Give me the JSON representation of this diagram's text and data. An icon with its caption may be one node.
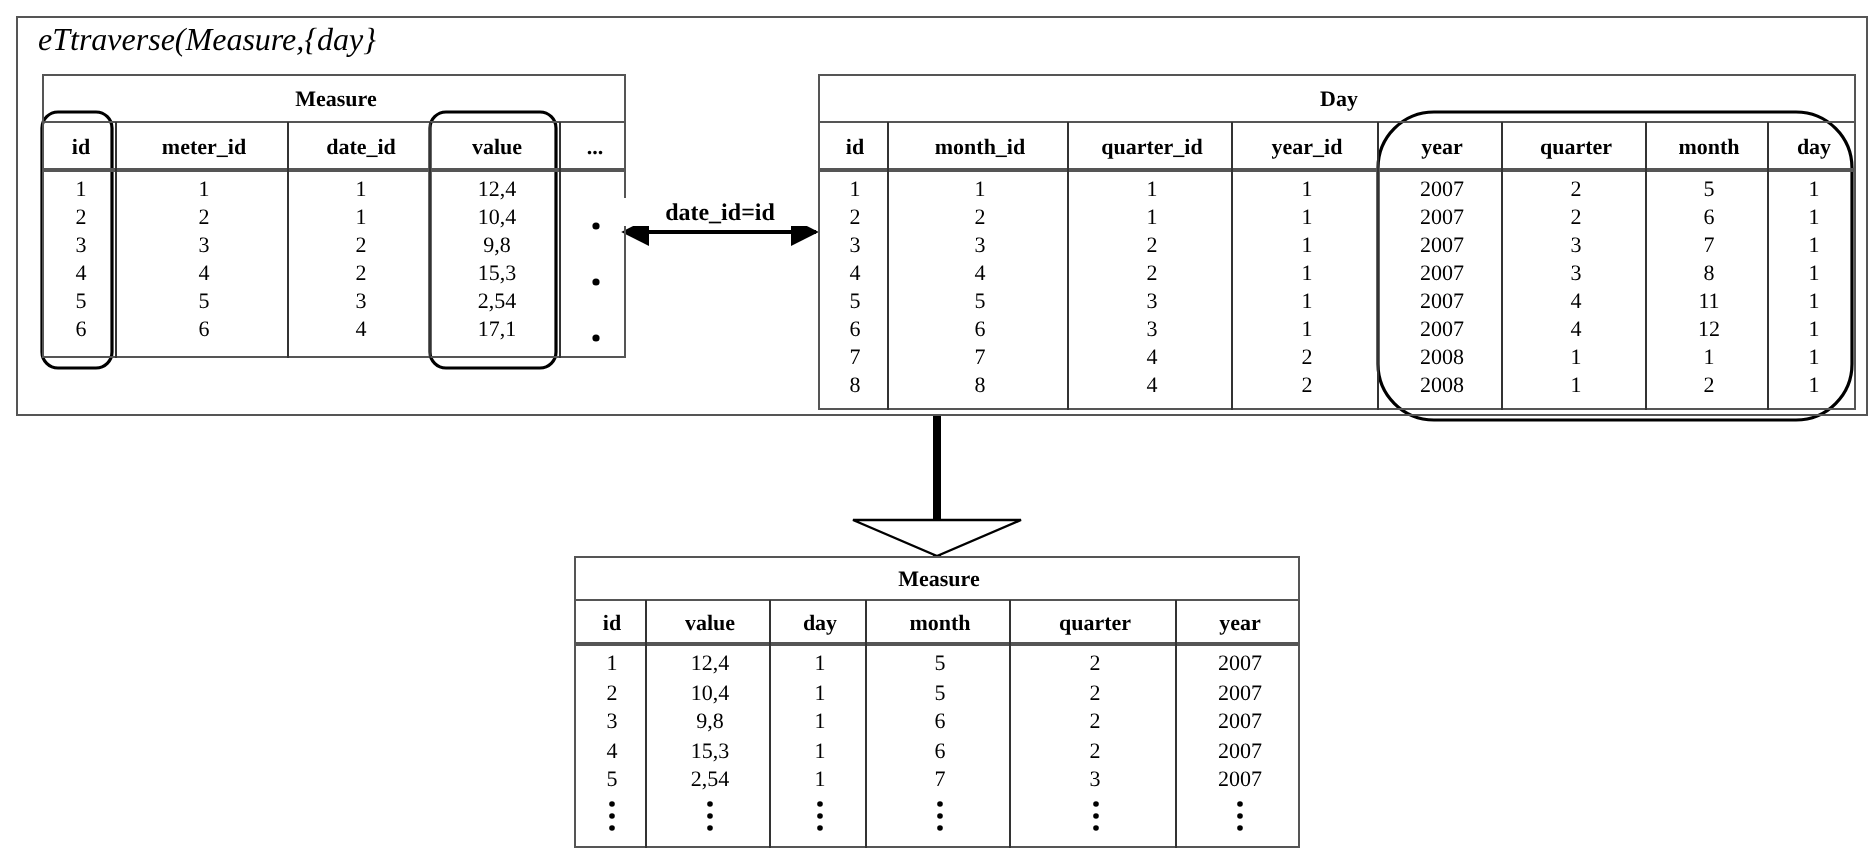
{
  "diagram": {
    "nodes": [
      {
        "text": [
          "eTtraverse(Measure,{day}"
        ]
      },
      {
        "text": [
          "Measure",
          "id",
          "meter_id",
          "date_id",
          "value",
          "...",
          "1",
          "1",
          "1",
          "12,4",
          "2",
          "2",
          "1",
          "10,4",
          "3",
          "3",
          "2",
          "9,8",
          "4",
          "4",
          "2",
          "15,3",
          "5",
          "5",
          "3",
          "2,54",
          "6",
          "6",
          "4",
          "17,1"
        ],
        "in": 0
      },
      {
        "text": [
          "Day",
          "id",
          "month_id",
          "quarter_id",
          "year_id",
          "year",
          "quarter",
          "month",
          "day",
          "1",
          "1",
          "1",
          "1",
          "2007",
          "2",
          "5",
          "1",
          "2",
          "2",
          "1",
          "1",
          "2007",
          "2",
          "6",
          "1",
          "3",
          "3",
          "2",
          "1",
          "2007",
          "3",
          "7",
          "1",
          "4",
          "4",
          "2",
          "1",
          "2007",
          "3",
          "8",
          "1",
          "5",
          "5",
          "3",
          "1",
          "2007",
          "4",
          "11",
          "1",
          "6",
          "6",
          "3",
          "1",
          "2007",
          "4",
          "12",
          "1",
          "7",
          "7",
          "4",
          "2",
          "2008",
          "1",
          "1",
          "1",
          "8",
          "8",
          "4",
          "2",
          "2008",
          "1",
          "2",
          "1"
        ],
        "in": 0
      },
      {
        "text": [
          "Measure",
          "id",
          "value",
          "day",
          "month",
          "quarter",
          "year",
          "1",
          "12,4",
          "1",
          "5",
          "2",
          "2007",
          "2",
          "10,4",
          "1",
          "5",
          "2",
          "2007",
          "3",
          "9,8",
          "1",
          "6",
          "2",
          "2007",
          "4",
          "15,3",
          "1",
          "6",
          "2",
          "2007",
          "5",
          "2,54",
          "1",
          "7",
          "3",
          "2007"
        ]
      }
    ],
    "edges": [
      {
        "from": 1,
        "to": 2,
        "arrow": "both",
        "label": "date_id=id"
      },
      {
        "from": 0,
        "to": 3,
        "arrow": "to",
        "style": "thick"
      }
    ]
  }
}
